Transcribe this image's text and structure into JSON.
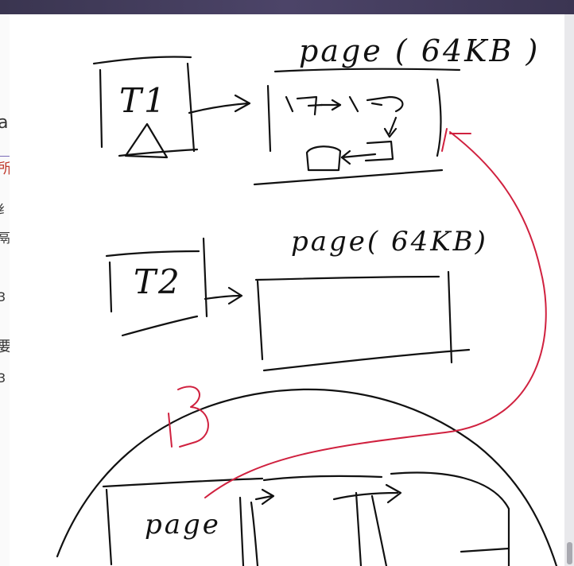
{
  "sidebar": {
    "fragments": [
      "a",
      "所",
      "纟",
      "鬲",
      "3",
      "要",
      "3"
    ]
  },
  "whiteboard": {
    "page_label_top": "page ( 64KB )",
    "page_label_middle": "page( 64KB)",
    "t1_label": "T1",
    "t2_label": "T2",
    "page_label_bottom": "page",
    "lock_label": "B",
    "ink_colors": {
      "black": "#111111",
      "red": "#d0213f"
    }
  }
}
